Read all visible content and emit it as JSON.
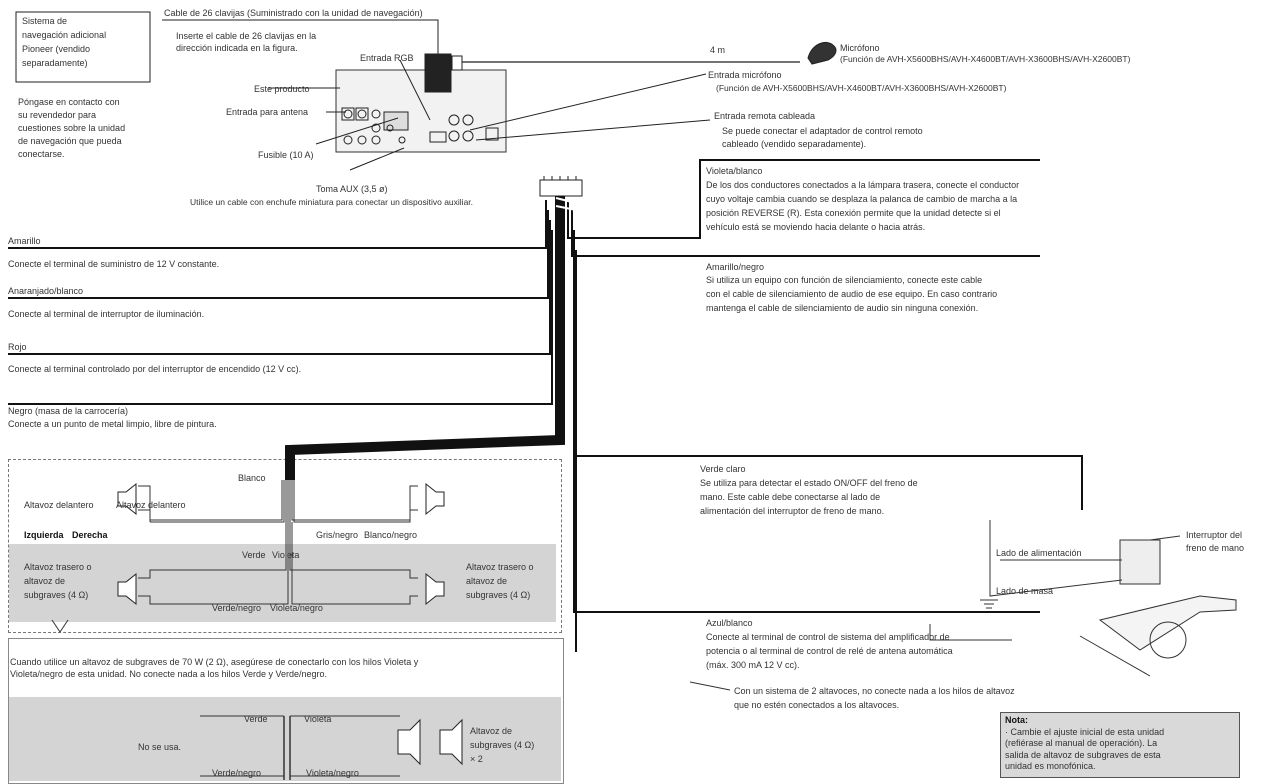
{
  "top": {
    "cable26": "Cable de 26 clavijas (Suministrado con la unidad de navegación)",
    "insert_line1": "Inserte el cable de 26 clavijas en la",
    "insert_line2": "dirección indicada en la figura.",
    "nav_line1": "Sistema de",
    "nav_line2": "navegación adicional",
    "nav_line3": "Pioneer (vendido",
    "nav_line4": "separadamente)",
    "contact_line1": "Póngase en contacto con",
    "contact_line2": "su revendedor para",
    "contact_line3": "cuestiones sobre la unidad",
    "contact_line4": "de navegación que pueda",
    "contact_line5": "conectarse.",
    "rgb": "Entrada RGB",
    "this_product": "Este producto",
    "antenna": "Entrada para antena",
    "fuse": "Fusible (10 A)",
    "aux": "Toma AUX (3,5 ø)",
    "aux_desc": "Utilice un cable con enchufe miniatura para conectar un dispositivo auxiliar.",
    "four_m": "4 m",
    "mic": "Micrófono",
    "mic_models": "(Función de AVH-X5600BHS/AVH-X4600BT/AVH-X3600BHS/AVH-X2600BT)",
    "mic_input": "Entrada micrófono",
    "mic_input_models": "(Función de AVH-X5600BHS/AVH-X4600BT/AVH-X3600BHS/AVH-X2600BT)",
    "remote": "Entrada remota cableada",
    "remote_line1": "Se puede conectar el adaptador de control remoto",
    "remote_line2": "cableado (vendido separadamente)."
  },
  "left_wires": [
    {
      "title": "Amarillo",
      "desc": "Conecte el terminal de suministro de 12 V constante."
    },
    {
      "title": "Anaranjado/blanco",
      "desc": "Conecte al terminal de interruptor de iluminación."
    },
    {
      "title": "Rojo",
      "desc": "Conecte al terminal controlado por del interruptor de encendido (12 V cc)."
    },
    {
      "title": "Negro (masa de la carrocería)",
      "desc": "Conecte a un punto de metal limpio, libre de pintura."
    }
  ],
  "right_wires": {
    "violet_title": "Violeta/blanco",
    "violet_l1": "De los dos conductores conectados a la lámpara trasera, conecte el conductor",
    "violet_l2": "cuyo voltaje cambia cuando se desplaza la palanca de cambio de marcha a la",
    "violet_l3": "posición REVERSE (R). Esta conexión permite que la unidad detecte si el",
    "violet_l4": "vehículo está se moviendo hacia delante o hacia atrás.",
    "yellow_title": "Amarillo/negro",
    "yellow_l1": "Si utiliza un equipo con función de silenciamiento, conecte este cable",
    "yellow_l2": "con el cable de silenciamiento de audio de ese equipo. En caso contrario",
    "yellow_l3": "mantenga el cable de silenciamiento de audio sin ninguna conexión.",
    "green_title": "Verde claro",
    "green_l1": "Se utiliza para detectar el estado ON/OFF del freno de",
    "green_l2": "mano. Este cable debe conectarse al lado de",
    "green_l3": "alimentación del interruptor de freno de mano.",
    "power_side": "Lado de alimentación",
    "ground_side": "Lado de masa",
    "brake_switch_l1": "Interruptor del",
    "brake_switch_l2": "freno de mano",
    "blue_title": "Azul/blanco",
    "blue_l1": "Conecte al terminal de control de sistema del amplificador de",
    "blue_l2": "potencia o al terminal de control de relé de antena automática",
    "blue_l3": "(máx. 300 mA 12 V cc).",
    "two_sp_l1": "Con un sistema de 2 altavoces, no conecte nada a los hilos de altavoz",
    "two_sp_l2": "que no estén conectados a los altavoces."
  },
  "speakers": {
    "white": "Blanco",
    "front_l": "Altavoz delantero",
    "front_r": "Altavoz delantero",
    "left": "Izquierda",
    "right": "Derecha",
    "gray_black": "Gris/negro",
    "white_black": "Blanco/negro",
    "green": "Verde",
    "violet": "Violeta",
    "green_black": "Verde/negro",
    "violet_black": "Violeta/negro",
    "rear_l1": "Altavoz trasero o",
    "rear_l2": "altavoz de",
    "rear_l3": "subgraves (4 Ω)",
    "rear_r1": "Altavoz trasero o",
    "rear_r2": "altavoz de",
    "rear_r3": "subgraves (4 Ω)"
  },
  "sub": {
    "line1": "Cuando utilice un altavoz de subgraves de 70 W (2 Ω), asegúrese de conectarlo con los hilos Violeta y",
    "line2": "Violeta/negro de esta unidad. No conecte nada a los hilos Verde y Verde/negro.",
    "green": "Verde",
    "violet": "Violeta",
    "not_used": "No se usa.",
    "green_black": "Verde/negro",
    "violet_black": "Violeta/negro",
    "sub_l1": "Altavoz de",
    "sub_l2": "subgraves (4 Ω)",
    "sub_l3": "× 2"
  },
  "note": {
    "title": "Nota:",
    "line1": "· Cambie el ajuste inicial de esta unidad",
    "line2": "(refiérase al manual de operación). La",
    "line3": "salida de altavoz de subgraves de esta",
    "line4": "unidad es monofónica."
  }
}
